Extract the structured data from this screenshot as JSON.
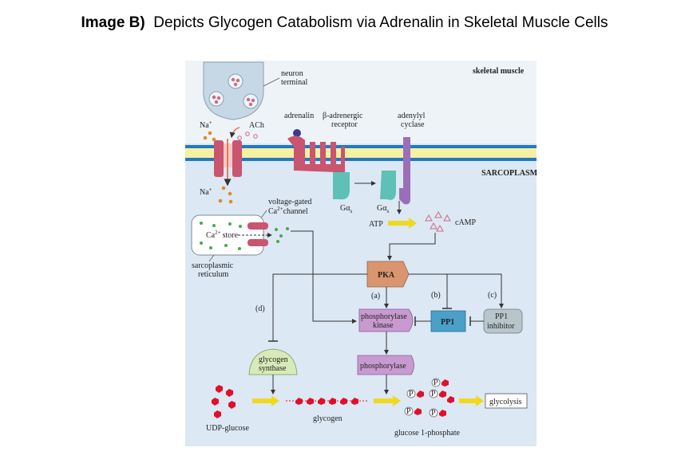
{
  "caption": {
    "prefix": "Image B)",
    "text": "Depicts Glycogen Catabolism via Adrenalin in Skeletal Muscle Cells"
  },
  "diagram": {
    "title": "skeletal muscle",
    "sarcoplasm": "SARCOPLASM",
    "neuron_terminal": [
      "neuron",
      "terminal"
    ],
    "na_top": "Na",
    "ach": "ACh",
    "na_bottom": "Na",
    "adrenalin": "adrenalin",
    "beta_receptor": [
      "β-adrenergic",
      "receptor"
    ],
    "adenylyl_cyclase": [
      "adenylyl",
      "cyclase"
    ],
    "galpha_1": "Gα",
    "galpha_2": "Gα",
    "sub_s": "s",
    "voltage_channel": [
      "voltage-gated",
      "channel"
    ],
    "ca2": "Ca",
    "ca_store": "store",
    "sr": [
      "sarcoplasmic",
      "reticulum"
    ],
    "atp": "ATP",
    "camp": "cAMP",
    "pka": "PKA",
    "label_a": "(a)",
    "label_b": "(b)",
    "label_c": "(c)",
    "label_d": "(d)",
    "phos_kinase": [
      "phosphorylase",
      "kinase"
    ],
    "pp1": "PP1",
    "pp1_inhibitor": [
      "PP1",
      "inhibitor"
    ],
    "glycogen_synthase": [
      "glycogen",
      "synthase"
    ],
    "phosphorylase": "phosphorylase",
    "glycolysis": "glycolysis",
    "glycogen": "glycogen",
    "udp_glucose": "UDP-glucose",
    "glucose1p": "glucose 1-phosphate",
    "p": "P",
    "sup_plus": "+",
    "sup_2plus": "2+"
  },
  "colors": {
    "sarcoplasm_bg": "#dce8f4",
    "membrane_blue": "#1f78c8",
    "membrane_yellow": "#f6f0a0",
    "receptor": "#c9556e",
    "gprotein": "#5fc0b8",
    "cyclase": "#9b6fb8",
    "pka": "#d9956e",
    "kinase": "#c99ad0",
    "pp1": "#4aa0c8",
    "inhibitor": "#b8c6cc",
    "synthase": "#d8eab8",
    "glucose_red": "#e0102a",
    "arrow_yellow": "#f0d820"
  }
}
